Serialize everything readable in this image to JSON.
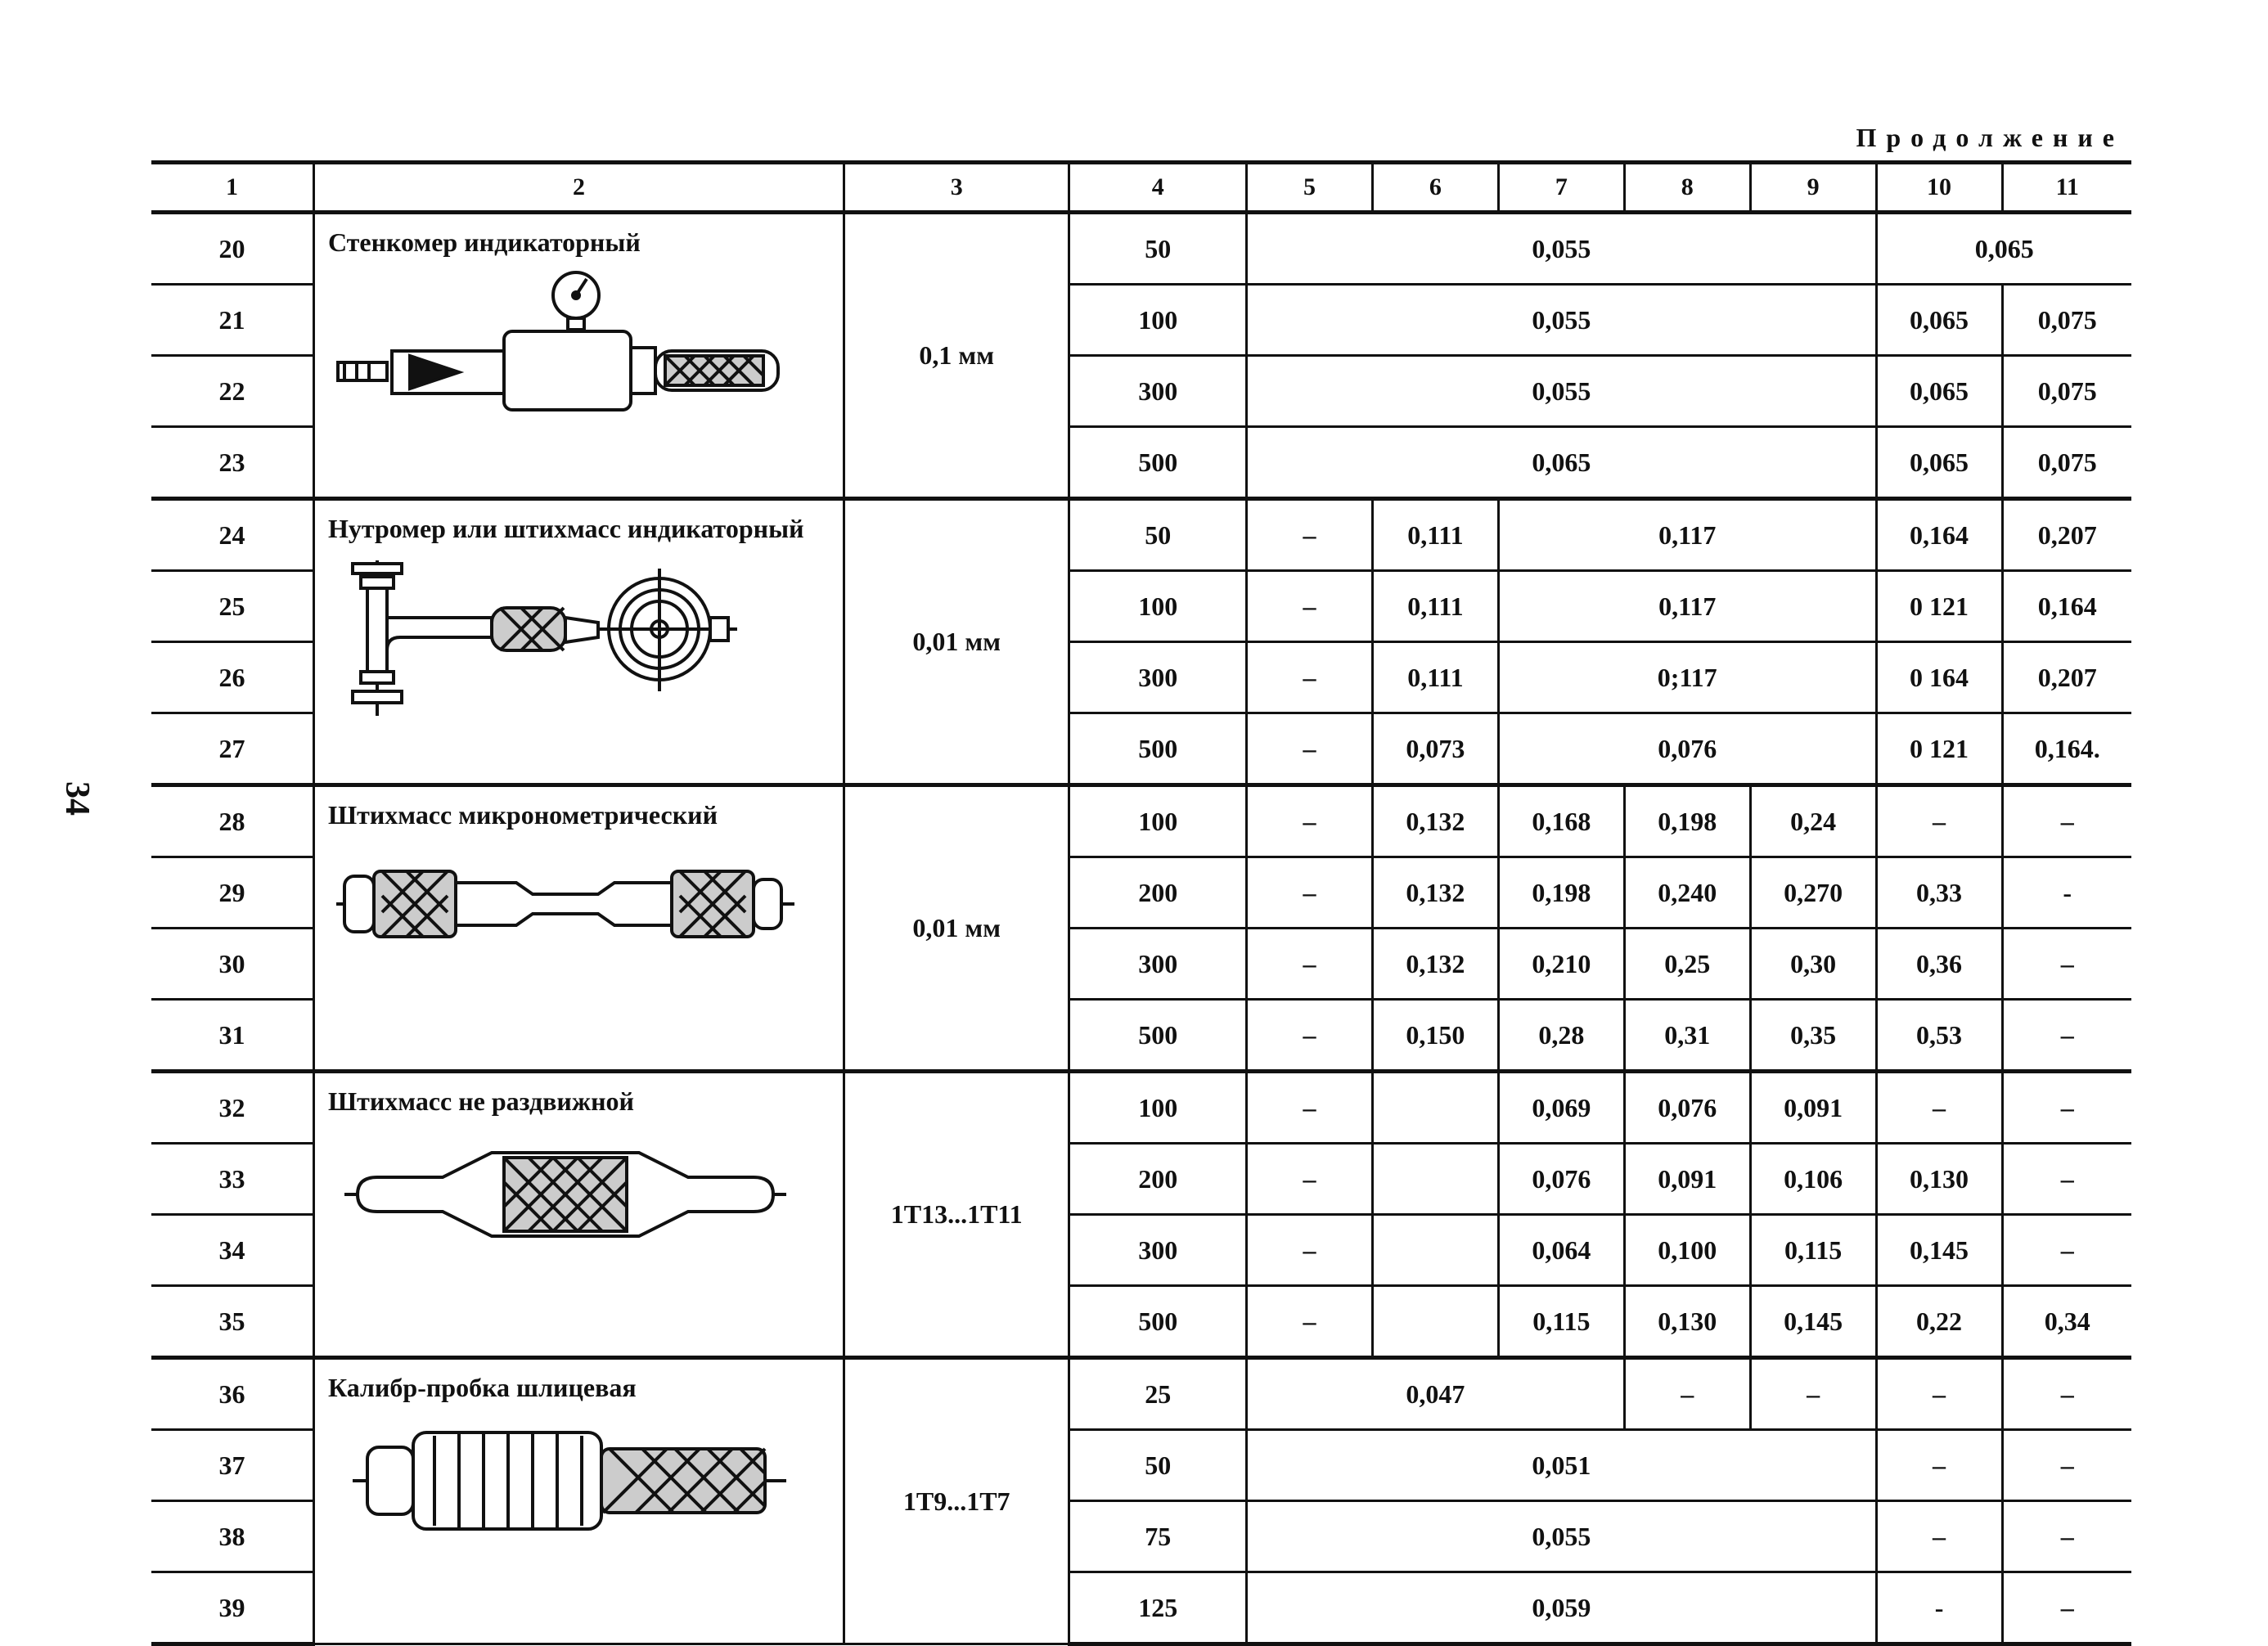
{
  "page": {
    "number": "34",
    "caption": "Продолжение"
  },
  "headers": [
    "1",
    "2",
    "3",
    "4",
    "5",
    "6",
    "7",
    "8",
    "9",
    "10",
    "11"
  ],
  "groups": [
    {
      "name": "Стенкомер индикаторный",
      "drawing": "indicator-wall-gauge-drawing",
      "col3": "0,1 мм",
      "rows": [
        {
          "n": "20",
          "c4": "50",
          "c5_9": "0,055",
          "c10_11": "0,065"
        },
        {
          "n": "21",
          "c4": "100",
          "c5_9": "0,055",
          "c10": "0,065",
          "c11": "0,075"
        },
        {
          "n": "22",
          "c4": "300",
          "c5_9": "0,055",
          "c10": "0,065",
          "c11": "0,075"
        },
        {
          "n": "23",
          "c4": "500",
          "c5_9": "0,065",
          "c10": "0,065",
          "c11": "0,075"
        }
      ]
    },
    {
      "name": "Нутромер или штихмасс индикаторный",
      "drawing": "bore-gauge-drawing",
      "col3": "0,01 мм",
      "rows": [
        {
          "n": "24",
          "c4": "50",
          "c5": "–",
          "c6": "0,111",
          "c7_9": "0,117",
          "c10": "0,164",
          "c11": "0,207"
        },
        {
          "n": "25",
          "c4": "100",
          "c5": "–",
          "c6": "0,111",
          "c7_9": "0,117",
          "c10": "0 121",
          "c11": "0,164"
        },
        {
          "n": "26",
          "c4": "300",
          "c5": "–",
          "c6": "0,111",
          "c7_9": "0;117",
          "c10": "0 164",
          "c11": "0,207"
        },
        {
          "n": "27",
          "c4": "500",
          "c5": "–",
          "c6": "0,073",
          "c7_9": "0,076",
          "c10": "0 121",
          "c11": "0,164."
        }
      ]
    },
    {
      "name": "Штихмасс микронометрический",
      "drawing": "micrometer-gauge-drawing",
      "col3": "0,01 мм",
      "rows": [
        {
          "n": "28",
          "c4": "100",
          "c5": "–",
          "c6": "0,132",
          "c7": "0,168",
          "c8": "0,198",
          "c9": "0,24",
          "c10": "–",
          "c11": "–"
        },
        {
          "n": "29",
          "c4": "200",
          "c5": "–",
          "c6": "0,132",
          "c7": "0,198",
          "c8": "0,240",
          "c9": "0,270",
          "c10": "0,33",
          "c11": "-"
        },
        {
          "n": "30",
          "c4": "300",
          "c5": "–",
          "c6": "0,132",
          "c7": "0,210",
          "c8": "0,25",
          "c9": "0,30",
          "c10": "0,36",
          "c11": "–"
        },
        {
          "n": "31",
          "c4": "500",
          "c5": "–",
          "c6": "0,150",
          "c7": "0,28",
          "c8": "0,31",
          "c9": "0,35",
          "c10": "0,53",
          "c11": "–"
        }
      ]
    },
    {
      "name": "Штихмасс не раздвижной",
      "drawing": "fixed-gauge-drawing",
      "col3": "1Т13...1Т11",
      "rows": [
        {
          "n": "32",
          "c4": "100",
          "c5": "–",
          "c6": "",
          "c7": "0,069",
          "c8": "0,076",
          "c9": "0,091",
          "c10": "–",
          "c11": "–"
        },
        {
          "n": "33",
          "c4": "200",
          "c5": "–",
          "c6": "",
          "c7": "0,076",
          "c8": "0,091",
          "c9": "0,106",
          "c10": "0,130",
          "c11": "–"
        },
        {
          "n": "34",
          "c4": "300",
          "c5": "–",
          "c6": "",
          "c7": "0,064",
          "c8": "0,100",
          "c9": "0,115",
          "c10": "0,145",
          "c11": "–"
        },
        {
          "n": "35",
          "c4": "500",
          "c5": "–",
          "c6": "",
          "c7": "0,115",
          "c8": "0,130",
          "c9": "0,145",
          "c10": "0,22",
          "c11": "0,34"
        }
      ]
    },
    {
      "name": "Калибр-пробка шлицевая",
      "drawing": "spline-plug-gauge-drawing",
      "col3": "1Т9...1Т7",
      "rows": [
        {
          "n": "36",
          "c4": "25",
          "c5_7": "0,047",
          "c8": "–",
          "c9": "–",
          "c10": "–",
          "c11": "–"
        },
        {
          "n": "37",
          "c4": "50",
          "c5_9": "0,051",
          "c10": "–",
          "c11": "–"
        },
        {
          "n": "38",
          "c4": "75",
          "c5_9": "0,055",
          "c10": "–",
          "c11": "–"
        },
        {
          "n": "39",
          "c4": "125",
          "c5_9": "0,059",
          "c10": "-",
          "c11": "–"
        }
      ]
    }
  ]
}
